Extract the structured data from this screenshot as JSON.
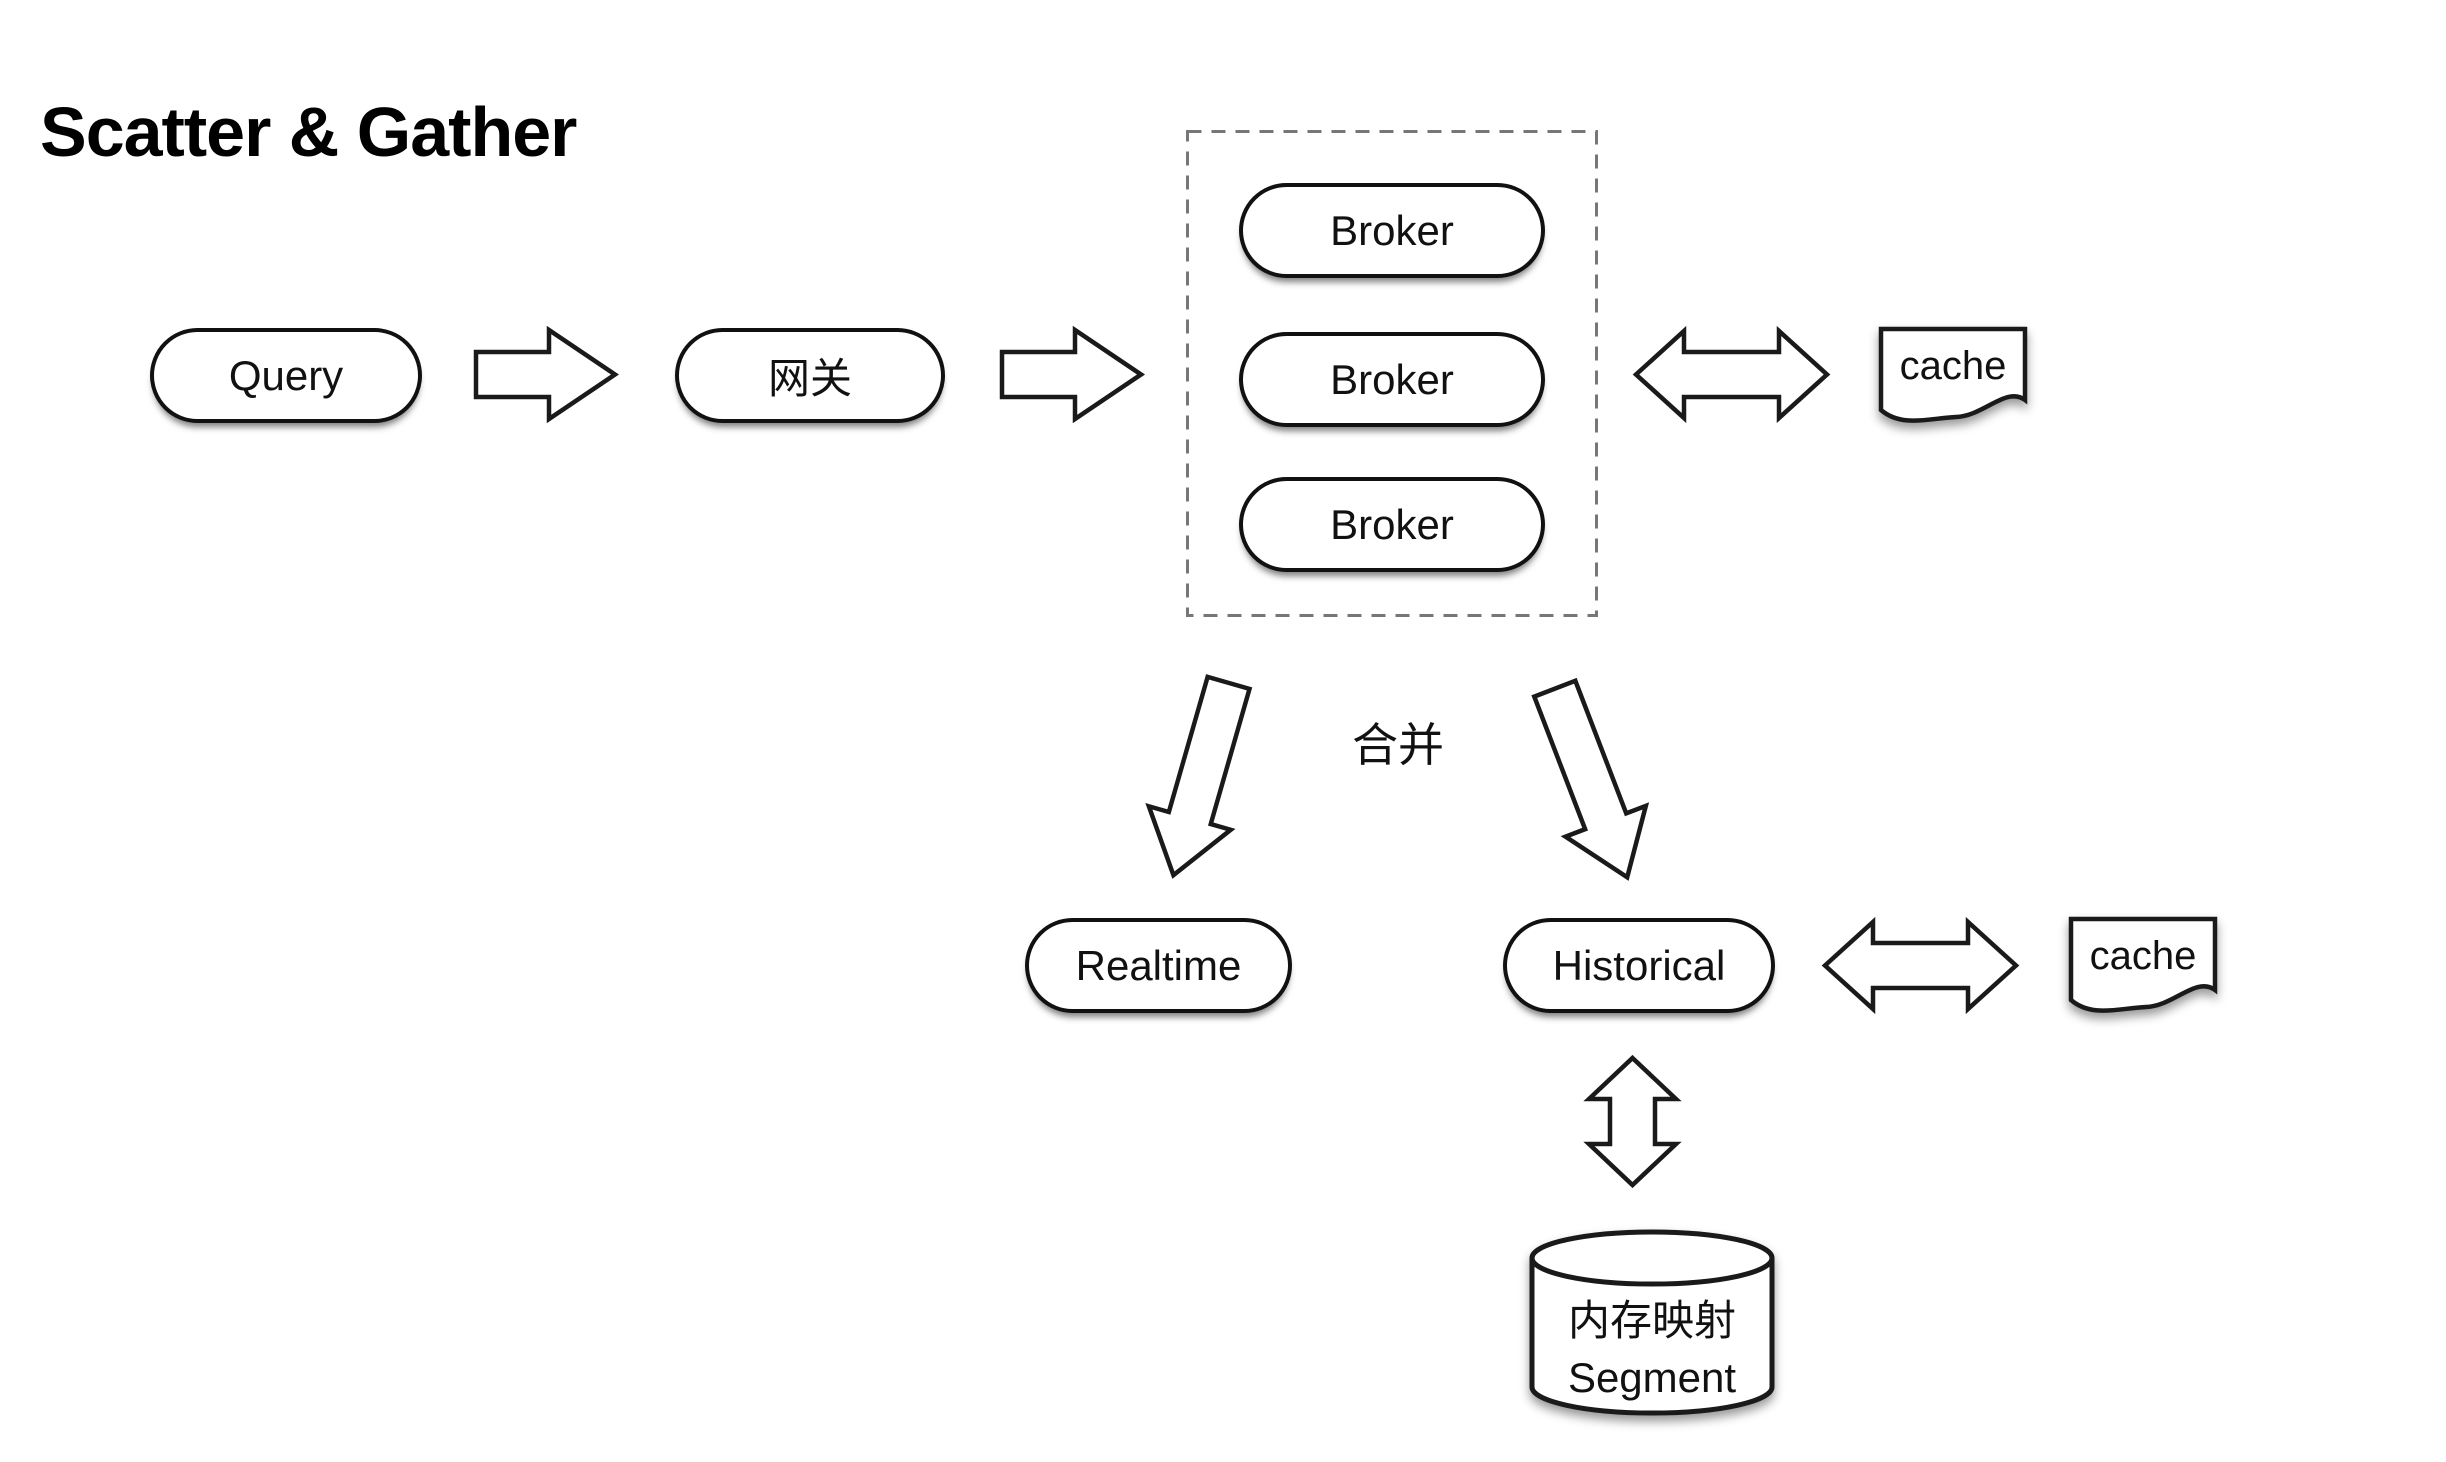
{
  "title": "Scatter & Gather",
  "flow": {
    "query_label": "Query",
    "gateway_label": "网关",
    "brokers": [
      "Broker",
      "Broker",
      "Broker"
    ],
    "cache_top_label": "cache",
    "cache_right_label": "cache",
    "merge_label": "合并",
    "realtime_label": "Realtime",
    "historical_label": "Historical",
    "segment_store": {
      "line1": "内存映射",
      "line2": "Segment"
    }
  },
  "colors": {
    "stroke": "#111111",
    "dashed_border": "#777777",
    "background": "#ffffff",
    "text": "#111111"
  }
}
